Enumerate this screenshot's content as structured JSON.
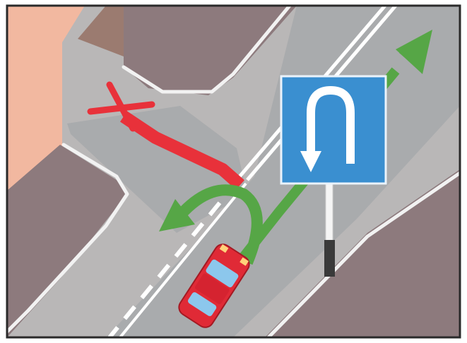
{
  "scene": {
    "type": "traffic-rule-illustration",
    "sign": "u-turn-only",
    "maneuvers": [
      {
        "direction": "straight",
        "allowed": true
      },
      {
        "direction": "u-turn",
        "allowed": true
      },
      {
        "direction": "left-turn",
        "allowed": false
      }
    ]
  },
  "colors": {
    "border": "#2a2a2a",
    "background_frame": "#ffffff",
    "pink_area": "#f2b8a0",
    "sidewalk": "#b9b7b7",
    "curb": "#f2f2f2",
    "block_dark": "#8d7a7d",
    "road": "#a9abad",
    "lane_marking": "#ffffff",
    "allowed_arrow": "#56a646",
    "forbidden_arrow": "#e8313a",
    "sign_blue": "#3a8fd0",
    "sign_symbol": "#ffffff",
    "pole": "#f5f5f5",
    "pole_base": "#3a3a3a",
    "car_body": "#e02a36",
    "car_glass": "#8cc7ec"
  }
}
